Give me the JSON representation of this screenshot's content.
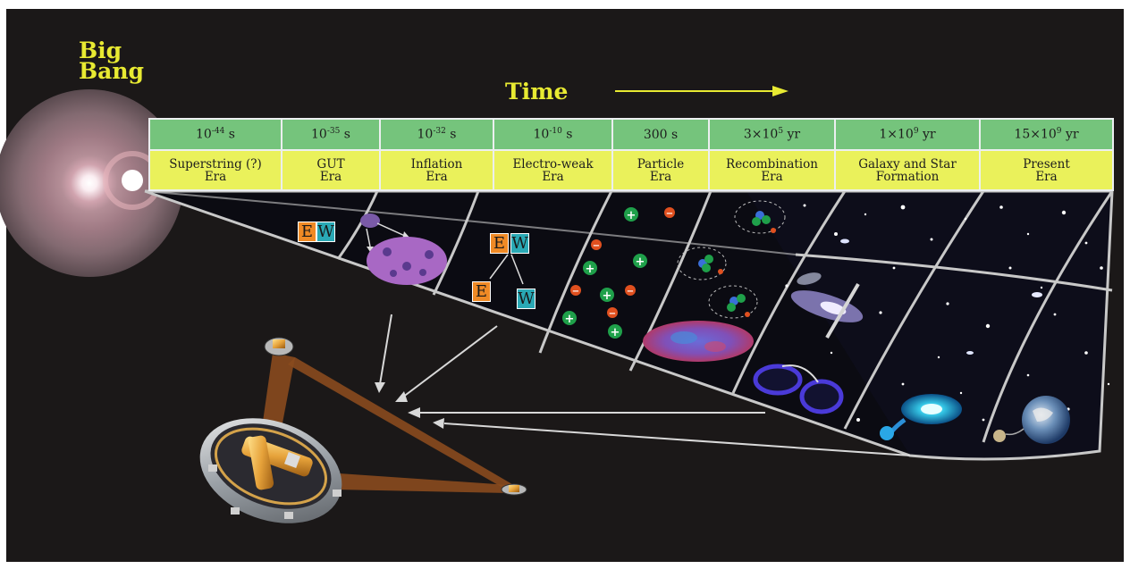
{
  "header": {
    "big_bang_line1": "Big",
    "big_bang_line2": "Bang",
    "time_label": "Time"
  },
  "eras": [
    {
      "time_base": "10",
      "time_exp": "-44",
      "time_unit": "s",
      "name_line1": "Superstring (?)",
      "name_line2": "Era"
    },
    {
      "time_base": "10",
      "time_exp": "-35",
      "time_unit": "s",
      "name_line1": "GUT",
      "name_line2": "Era"
    },
    {
      "time_base": "10",
      "time_exp": "-32",
      "time_unit": "s",
      "name_line1": "Inflation",
      "name_line2": "Era"
    },
    {
      "time_base": "10",
      "time_exp": "-10",
      "time_unit": "s",
      "name_line1": "Electro-weak",
      "name_line2": "Era"
    },
    {
      "time_base": "300",
      "time_exp": "",
      "time_unit": "s",
      "name_line1": "Particle",
      "name_line2": "Era"
    },
    {
      "time_base": "3×10",
      "time_exp": "5",
      "time_unit": "yr",
      "name_line1": "Recombination",
      "name_line2": "Era"
    },
    {
      "time_base": "1×10",
      "time_exp": "9",
      "time_unit": "yr",
      "name_line1": "Galaxy and Star",
      "name_line2": "Formation"
    },
    {
      "time_base": "15×10",
      "time_exp": "9",
      "time_unit": "yr",
      "name_line1": "Present",
      "name_line2": "Era"
    }
  ],
  "force_labels": {
    "electro": "E",
    "weak": "W"
  },
  "particle_signs": {
    "positive": "+",
    "negative": "−"
  },
  "colors": {
    "background": "#1b1818",
    "title_yellow": "#e8ea32",
    "time_row_green": "#75c47c",
    "name_row_yellow": "#eaf15b",
    "electro_orange": "#f08a25",
    "weak_teal": "#2aa9b5",
    "positive_green": "#1fa04a",
    "negative_red": "#e0501f"
  }
}
